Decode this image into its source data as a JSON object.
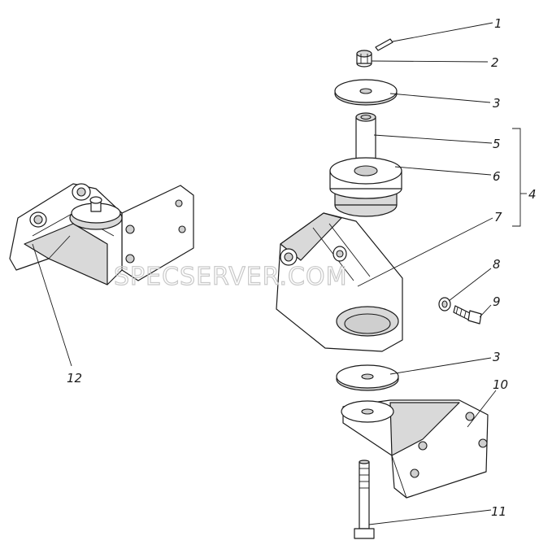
{
  "watermark": "SPECSERVER.COM",
  "callouts": {
    "c1": "1",
    "c2": "2",
    "c3": "3",
    "c5": "5",
    "c6": "6",
    "c4": "4",
    "c7": "7",
    "c8": "8",
    "c9": "9",
    "c3b": "3",
    "c10": "10",
    "c11": "11",
    "c12": "12"
  }
}
